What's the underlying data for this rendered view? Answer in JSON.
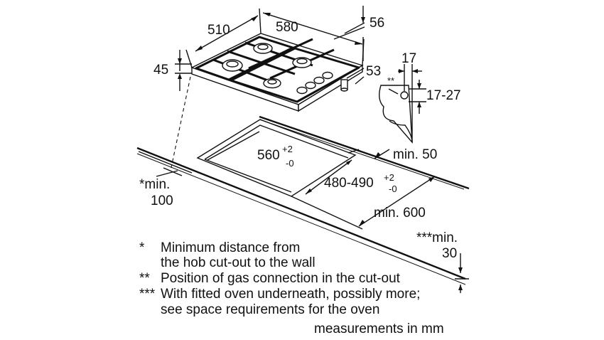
{
  "dimensions": {
    "width_510": "510",
    "depth_580": "580",
    "gap_56": "56",
    "height_45": "45",
    "side_53": "53",
    "conn_17": "17",
    "conn_star": "**",
    "conn_17_27": "17-27",
    "cutout_width": "560",
    "cutout_width_tol_top": "+2",
    "cutout_width_tol_bottom": "-0",
    "cutout_depth": "480-490",
    "cutout_depth_tol_top": "+2",
    "cutout_depth_tol_bottom": "-0",
    "min_50": "min. 50",
    "min_100_label": "*min.",
    "min_100_value": "100",
    "min_600": "min. 600",
    "min_30_label": "***min.",
    "min_30_value": "30"
  },
  "notes": [
    {
      "marker": "*",
      "lines": [
        "Minimum distance from",
        "the hob cut-out to the wall"
      ]
    },
    {
      "marker": "**",
      "lines": [
        "Position of gas connection in the cut-out"
      ]
    },
    {
      "marker": "***",
      "lines": [
        "With fitted oven underneath, possibly more;",
        "see space requirements for the oven"
      ]
    }
  ],
  "units": "measurements in mm"
}
